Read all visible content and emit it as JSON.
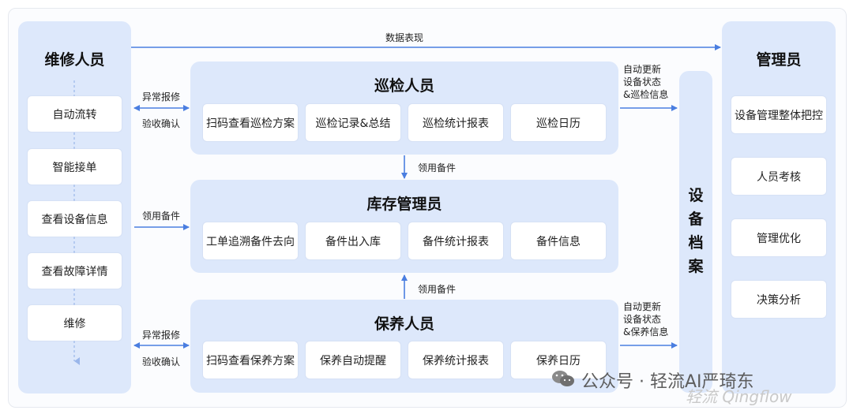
{
  "repair_staff": {
    "title": "维修人员",
    "items": [
      "自动流转",
      "智能接单",
      "查看设备信息",
      "查看故障详情",
      "维修"
    ]
  },
  "inspector": {
    "title": "巡检人员",
    "items": [
      "扫码查看巡检方案",
      "巡检记录&总结",
      "巡检统计报表",
      "巡检日历"
    ]
  },
  "warehouse": {
    "title": "库存管理员",
    "items": [
      "工单追溯备件去向",
      "备件出入库",
      "备件统计报表",
      "备件信息"
    ]
  },
  "maintenance": {
    "title": "保养人员",
    "items": [
      "扫码查看保养方案",
      "保养自动提醒",
      "保养统计报表",
      "保养日历"
    ]
  },
  "archive": {
    "chars": [
      "设",
      "备",
      "档",
      "案"
    ]
  },
  "manager": {
    "title": "管理员",
    "items": [
      "设备管理整体把控",
      "人员考核",
      "管理优化",
      "决策分析"
    ]
  },
  "flows": {
    "data_display": "数据表现",
    "abnormal_report_1": "异常报修",
    "acceptance_1": "验收确认",
    "take_parts_left": "领用备件",
    "abnormal_report_2": "异常报修",
    "acceptance_2": "验收确认",
    "take_parts_top": "领用备件",
    "take_parts_bottom": "领用备件",
    "auto_update_1": [
      "自动更新",
      "设备状态",
      "&巡检信息"
    ],
    "auto_update_2": [
      "自动更新",
      "设备状态",
      "&保养信息"
    ]
  },
  "watermark": {
    "main": "公众号 · 轻流AI严琦东",
    "sub": "轻流 Qingflow"
  },
  "colors": {
    "panel": "#dde8fb",
    "arrow": "#4a7ee0"
  }
}
